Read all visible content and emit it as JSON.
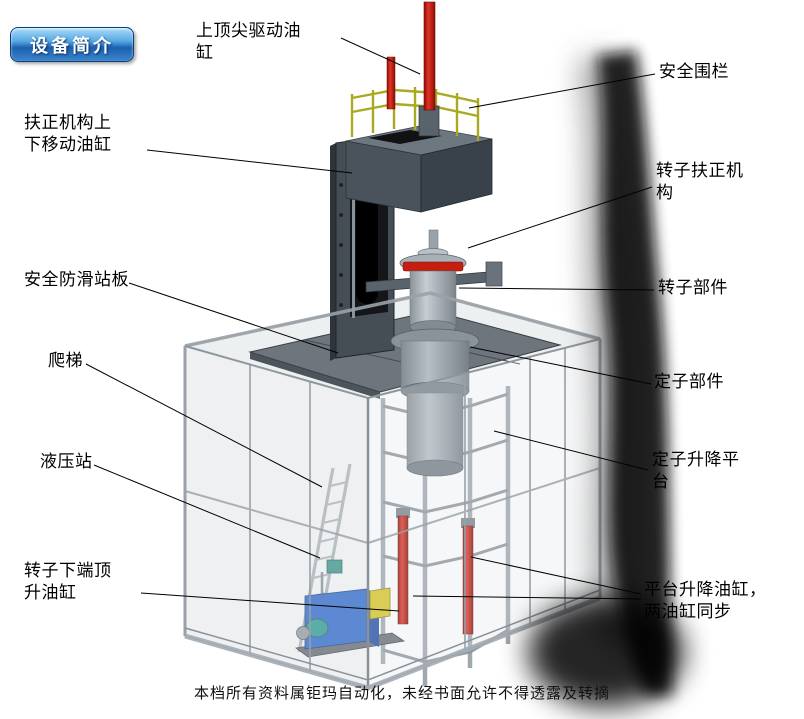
{
  "badge": {
    "label": "设备简介"
  },
  "footer": {
    "text": "本档所有资料属钜玛自动化，未经书面允许不得透露及转摘"
  },
  "colors": {
    "cylinder_red": "#c41f10",
    "railing_yellow": "#a9a922",
    "hydraulic_blue": "#2e6cd2",
    "badge_blue": "#1b5fae",
    "platform_gray": "#6e757d"
  },
  "labels": [
    {
      "id": "top-center-drive-cylinder",
      "text": "上顶尖驱动油缸"
    },
    {
      "id": "safety-fence",
      "text": "安全围栏"
    },
    {
      "id": "centering-mechanism-lift-cylinder",
      "text": "扶正机构上下移动油缸"
    },
    {
      "id": "rotor-centering-mechanism",
      "text": "转子扶正机构"
    },
    {
      "id": "anti-slip-standing-plate",
      "text": "安全防滑站板"
    },
    {
      "id": "rotor-component",
      "text": "转子部件"
    },
    {
      "id": "ladder",
      "text": "爬梯"
    },
    {
      "id": "stator-component",
      "text": "定子部件"
    },
    {
      "id": "hydraulic-station",
      "text": "液压站"
    },
    {
      "id": "stator-lift-platform",
      "text": "定子升降平台"
    },
    {
      "id": "rotor-bottom-jack-cylinder",
      "text": "转子下端顶升油缸"
    },
    {
      "id": "platform-lift-cylinders",
      "text": "平台升降油缸，两油缸同步"
    }
  ]
}
